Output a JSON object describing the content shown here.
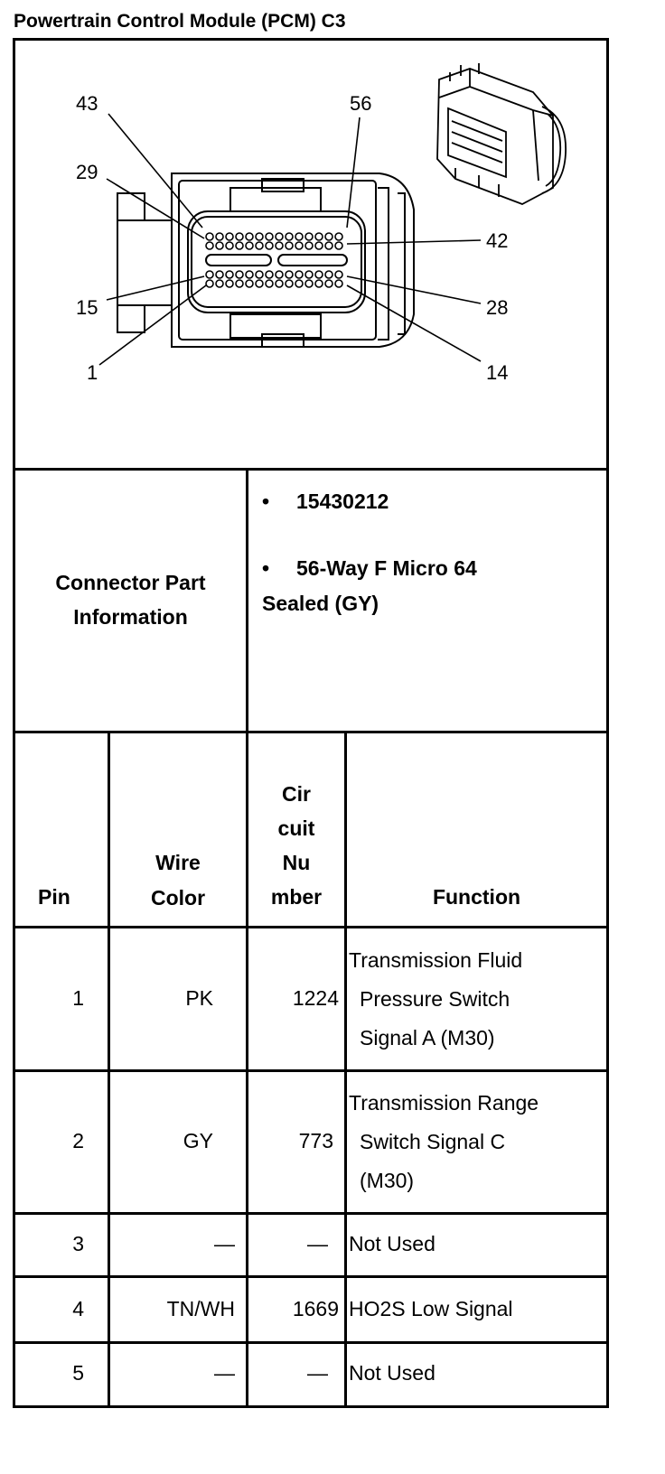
{
  "title": "Powertrain Control Module (PCM) C3",
  "diagram": {
    "pin_labels": [
      "43",
      "56",
      "29",
      "42",
      "15",
      "28",
      "1",
      "14"
    ]
  },
  "connector_info": {
    "label_line1": "Connector Part",
    "label_line2": "Information",
    "bullet": "•",
    "part_number": "15430212",
    "desc_line1": "56-Way F Micro 64",
    "desc_line2": "Sealed (GY)"
  },
  "headers": {
    "pin": "Pin",
    "wire_line1": "Wire",
    "wire_line2": "Color",
    "circuit_lines": [
      "Cir",
      "cuit",
      "Nu",
      "mber"
    ],
    "function": "Function"
  },
  "rows": [
    {
      "pin": "1",
      "color": "PK",
      "circuit": "1224",
      "function_lines": [
        "Transmission Fluid",
        "Pressure Switch",
        "Signal A (M30)"
      ]
    },
    {
      "pin": "2",
      "color": "GY",
      "circuit": "773",
      "function_lines": [
        "Transmission Range",
        "Switch Signal C",
        "(M30)"
      ]
    },
    {
      "pin": "3",
      "color": "—",
      "circuit": "—",
      "function_lines": [
        "Not Used"
      ]
    },
    {
      "pin": "4",
      "color": "TN/WH",
      "circuit": "1669",
      "function_lines": [
        "HO2S Low Signal"
      ]
    },
    {
      "pin": "5",
      "color": "—",
      "circuit": "—",
      "function_lines": [
        "Not Used"
      ]
    }
  ]
}
